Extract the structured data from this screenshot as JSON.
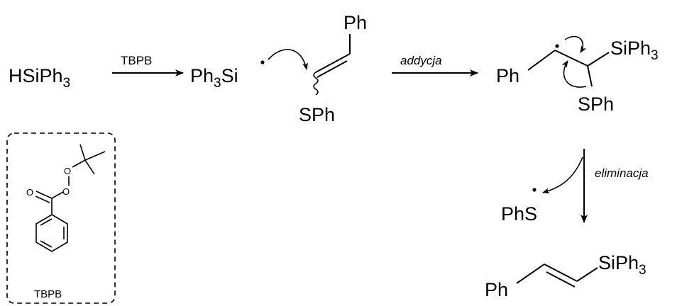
{
  "reagent": {
    "main": "HSiPh",
    "sub": "3"
  },
  "step1": {
    "label": "TBPB"
  },
  "radical": {
    "main": "Ph",
    "sub": "3",
    "tail": "Si"
  },
  "alkene": {
    "top": "Ph",
    "bottom": "SPh"
  },
  "step2": {
    "label": "addycja"
  },
  "intermediate": {
    "left": "Ph",
    "right_main": "SiPh",
    "right_sub": "3",
    "bottom": "SPh"
  },
  "step3": {
    "label": "eliminacja"
  },
  "byproduct": {
    "main": "PhS"
  },
  "product": {
    "left": "Ph",
    "right_main": "SiPh",
    "right_sub": "3"
  },
  "tbpb_box": {
    "label": "TBPB",
    "atom_o": "O"
  }
}
